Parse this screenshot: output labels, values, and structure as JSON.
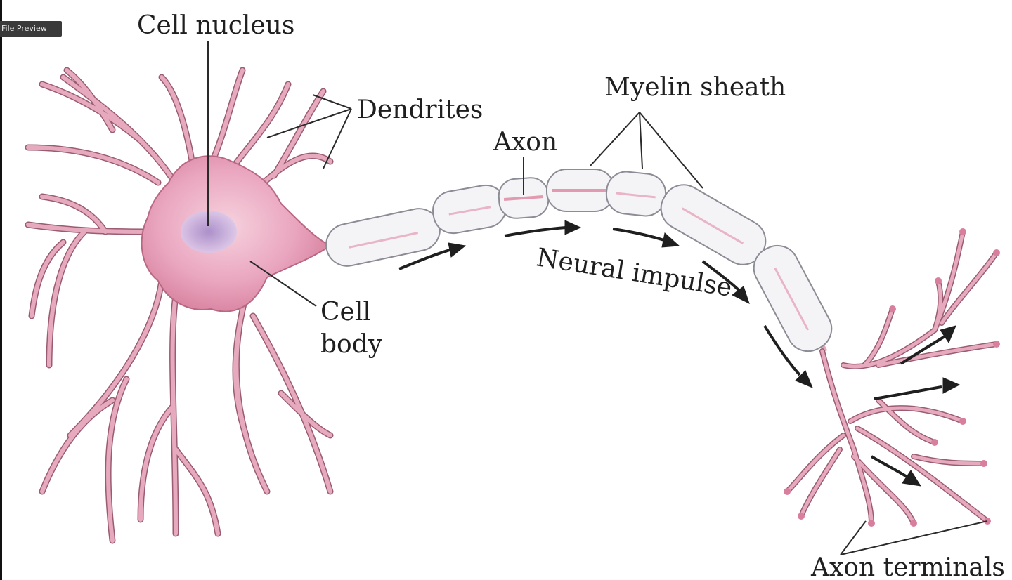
{
  "window": {
    "preview_tag": "File Preview"
  },
  "labels": {
    "cell_nucleus": "Cell nucleus",
    "dendrites": "Dendrites",
    "axon": "Axon",
    "myelin_sheath": "Myelin sheath",
    "neural_impulse": "Neural impulse",
    "cell_body_line1": "Cell",
    "cell_body_line2": "body",
    "axon_terminals": "Axon terminals"
  },
  "colors": {
    "cell_body": "#e89ab5",
    "dendrite": "#e6a9bd",
    "nucleus": "#b9a2d6",
    "sheath": "#f4f3f6",
    "arrow": "#1f1f1f"
  }
}
